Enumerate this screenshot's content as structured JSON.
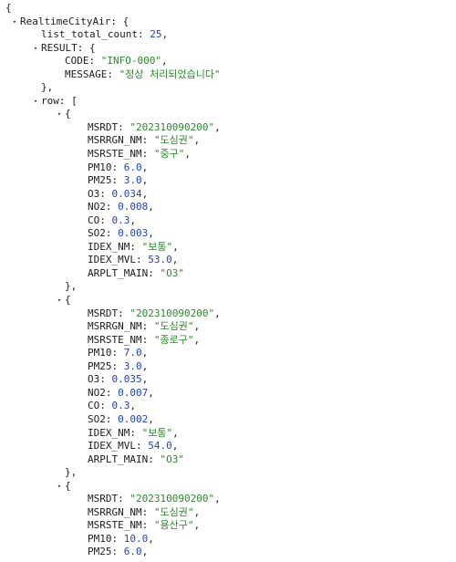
{
  "icons": {
    "expanded": "▾"
  },
  "lines": [
    {
      "indent": 0,
      "toggle": false,
      "parts": [
        {
          "t": "{",
          "c": "punct"
        }
      ]
    },
    {
      "indent": 1,
      "toggle": true,
      "parts": [
        {
          "t": "RealtimeCityAir",
          "c": "key"
        },
        {
          "t": ": {",
          "c": "punct"
        }
      ]
    },
    {
      "indent": 2,
      "toggle": false,
      "parts": [
        {
          "t": "list_total_count",
          "c": "key"
        },
        {
          "t": ": ",
          "c": "punct"
        },
        {
          "t": "25",
          "c": "num"
        },
        {
          "t": ",",
          "c": "punct"
        }
      ]
    },
    {
      "indent": 2,
      "toggle": true,
      "parts": [
        {
          "t": "RESULT",
          "c": "key"
        },
        {
          "t": ": {",
          "c": "punct"
        }
      ]
    },
    {
      "indent": 3,
      "toggle": false,
      "parts": [
        {
          "t": "CODE",
          "c": "key"
        },
        {
          "t": ": ",
          "c": "punct"
        },
        {
          "t": "\"INFO-000\"",
          "c": "str"
        },
        {
          "t": ",",
          "c": "punct"
        }
      ]
    },
    {
      "indent": 3,
      "toggle": false,
      "parts": [
        {
          "t": "MESSAGE",
          "c": "key"
        },
        {
          "t": ": ",
          "c": "punct"
        },
        {
          "t": "\"정상 처리되었습니다\"",
          "c": "str"
        }
      ]
    },
    {
      "indent": 2,
      "toggle": false,
      "parts": [
        {
          "t": "},",
          "c": "punct"
        }
      ]
    },
    {
      "indent": 2,
      "toggle": true,
      "parts": [
        {
          "t": "row",
          "c": "key"
        },
        {
          "t": ": [",
          "c": "punct"
        }
      ]
    },
    {
      "indent": 3,
      "toggle": true,
      "parts": [
        {
          "t": "{",
          "c": "punct"
        }
      ]
    },
    {
      "indent": 4,
      "toggle": false,
      "parts": [
        {
          "t": "MSRDT",
          "c": "key"
        },
        {
          "t": ": ",
          "c": "punct"
        },
        {
          "t": "\"202310090200\"",
          "c": "str"
        },
        {
          "t": ",",
          "c": "punct"
        }
      ]
    },
    {
      "indent": 4,
      "toggle": false,
      "parts": [
        {
          "t": "MSRRGN_NM",
          "c": "key"
        },
        {
          "t": ": ",
          "c": "punct"
        },
        {
          "t": "\"도심권\"",
          "c": "str"
        },
        {
          "t": ",",
          "c": "punct"
        }
      ]
    },
    {
      "indent": 4,
      "toggle": false,
      "parts": [
        {
          "t": "MSRSTE_NM",
          "c": "key"
        },
        {
          "t": ": ",
          "c": "punct"
        },
        {
          "t": "\"중구\"",
          "c": "str"
        },
        {
          "t": ",",
          "c": "punct"
        }
      ]
    },
    {
      "indent": 4,
      "toggle": false,
      "parts": [
        {
          "t": "PM10",
          "c": "key"
        },
        {
          "t": ": ",
          "c": "punct"
        },
        {
          "t": "6.0",
          "c": "num"
        },
        {
          "t": ",",
          "c": "punct"
        }
      ]
    },
    {
      "indent": 4,
      "toggle": false,
      "parts": [
        {
          "t": "PM25",
          "c": "key"
        },
        {
          "t": ": ",
          "c": "punct"
        },
        {
          "t": "3.0",
          "c": "num"
        },
        {
          "t": ",",
          "c": "punct"
        }
      ]
    },
    {
      "indent": 4,
      "toggle": false,
      "parts": [
        {
          "t": "O3",
          "c": "key"
        },
        {
          "t": ": ",
          "c": "punct"
        },
        {
          "t": "0.034",
          "c": "num"
        },
        {
          "t": ",",
          "c": "punct"
        }
      ]
    },
    {
      "indent": 4,
      "toggle": false,
      "parts": [
        {
          "t": "NO2",
          "c": "key"
        },
        {
          "t": ": ",
          "c": "punct"
        },
        {
          "t": "0.008",
          "c": "num"
        },
        {
          "t": ",",
          "c": "punct"
        }
      ]
    },
    {
      "indent": 4,
      "toggle": false,
      "parts": [
        {
          "t": "CO",
          "c": "key"
        },
        {
          "t": ": ",
          "c": "punct"
        },
        {
          "t": "0.3",
          "c": "num"
        },
        {
          "t": ",",
          "c": "punct"
        }
      ]
    },
    {
      "indent": 4,
      "toggle": false,
      "parts": [
        {
          "t": "SO2",
          "c": "key"
        },
        {
          "t": ": ",
          "c": "punct"
        },
        {
          "t": "0.003",
          "c": "num"
        },
        {
          "t": ",",
          "c": "punct"
        }
      ]
    },
    {
      "indent": 4,
      "toggle": false,
      "parts": [
        {
          "t": "IDEX_NM",
          "c": "key"
        },
        {
          "t": ": ",
          "c": "punct"
        },
        {
          "t": "\"보통\"",
          "c": "str"
        },
        {
          "t": ",",
          "c": "punct"
        }
      ]
    },
    {
      "indent": 4,
      "toggle": false,
      "parts": [
        {
          "t": "IDEX_MVL",
          "c": "key"
        },
        {
          "t": ": ",
          "c": "punct"
        },
        {
          "t": "53.0",
          "c": "num"
        },
        {
          "t": ",",
          "c": "punct"
        }
      ]
    },
    {
      "indent": 4,
      "toggle": false,
      "parts": [
        {
          "t": "ARPLT_MAIN",
          "c": "key"
        },
        {
          "t": ": ",
          "c": "punct"
        },
        {
          "t": "\"O3\"",
          "c": "str"
        }
      ]
    },
    {
      "indent": 3,
      "toggle": false,
      "parts": [
        {
          "t": "},",
          "c": "punct"
        }
      ]
    },
    {
      "indent": 3,
      "toggle": true,
      "parts": [
        {
          "t": "{",
          "c": "punct"
        }
      ]
    },
    {
      "indent": 4,
      "toggle": false,
      "parts": [
        {
          "t": "MSRDT",
          "c": "key"
        },
        {
          "t": ": ",
          "c": "punct"
        },
        {
          "t": "\"202310090200\"",
          "c": "str"
        },
        {
          "t": ",",
          "c": "punct"
        }
      ]
    },
    {
      "indent": 4,
      "toggle": false,
      "parts": [
        {
          "t": "MSRRGN_NM",
          "c": "key"
        },
        {
          "t": ": ",
          "c": "punct"
        },
        {
          "t": "\"도심권\"",
          "c": "str"
        },
        {
          "t": ",",
          "c": "punct"
        }
      ]
    },
    {
      "indent": 4,
      "toggle": false,
      "parts": [
        {
          "t": "MSRSTE_NM",
          "c": "key"
        },
        {
          "t": ": ",
          "c": "punct"
        },
        {
          "t": "\"종로구\"",
          "c": "str"
        },
        {
          "t": ",",
          "c": "punct"
        }
      ]
    },
    {
      "indent": 4,
      "toggle": false,
      "parts": [
        {
          "t": "PM10",
          "c": "key"
        },
        {
          "t": ": ",
          "c": "punct"
        },
        {
          "t": "7.0",
          "c": "num"
        },
        {
          "t": ",",
          "c": "punct"
        }
      ]
    },
    {
      "indent": 4,
      "toggle": false,
      "parts": [
        {
          "t": "PM25",
          "c": "key"
        },
        {
          "t": ": ",
          "c": "punct"
        },
        {
          "t": "3.0",
          "c": "num"
        },
        {
          "t": ",",
          "c": "punct"
        }
      ]
    },
    {
      "indent": 4,
      "toggle": false,
      "parts": [
        {
          "t": "O3",
          "c": "key"
        },
        {
          "t": ": ",
          "c": "punct"
        },
        {
          "t": "0.035",
          "c": "num"
        },
        {
          "t": ",",
          "c": "punct"
        }
      ]
    },
    {
      "indent": 4,
      "toggle": false,
      "parts": [
        {
          "t": "NO2",
          "c": "key"
        },
        {
          "t": ": ",
          "c": "punct"
        },
        {
          "t": "0.007",
          "c": "num"
        },
        {
          "t": ",",
          "c": "punct"
        }
      ]
    },
    {
      "indent": 4,
      "toggle": false,
      "parts": [
        {
          "t": "CO",
          "c": "key"
        },
        {
          "t": ": ",
          "c": "punct"
        },
        {
          "t": "0.3",
          "c": "num"
        },
        {
          "t": ",",
          "c": "punct"
        }
      ]
    },
    {
      "indent": 4,
      "toggle": false,
      "parts": [
        {
          "t": "SO2",
          "c": "key"
        },
        {
          "t": ": ",
          "c": "punct"
        },
        {
          "t": "0.002",
          "c": "num"
        },
        {
          "t": ",",
          "c": "punct"
        }
      ]
    },
    {
      "indent": 4,
      "toggle": false,
      "parts": [
        {
          "t": "IDEX_NM",
          "c": "key"
        },
        {
          "t": ": ",
          "c": "punct"
        },
        {
          "t": "\"보통\"",
          "c": "str"
        },
        {
          "t": ",",
          "c": "punct"
        }
      ]
    },
    {
      "indent": 4,
      "toggle": false,
      "parts": [
        {
          "t": "IDEX_MVL",
          "c": "key"
        },
        {
          "t": ": ",
          "c": "punct"
        },
        {
          "t": "54.0",
          "c": "num"
        },
        {
          "t": ",",
          "c": "punct"
        }
      ]
    },
    {
      "indent": 4,
      "toggle": false,
      "parts": [
        {
          "t": "ARPLT_MAIN",
          "c": "key"
        },
        {
          "t": ": ",
          "c": "punct"
        },
        {
          "t": "\"O3\"",
          "c": "str"
        }
      ]
    },
    {
      "indent": 3,
      "toggle": false,
      "parts": [
        {
          "t": "},",
          "c": "punct"
        }
      ]
    },
    {
      "indent": 3,
      "toggle": true,
      "parts": [
        {
          "t": "{",
          "c": "punct"
        }
      ]
    },
    {
      "indent": 4,
      "toggle": false,
      "parts": [
        {
          "t": "MSRDT",
          "c": "key"
        },
        {
          "t": ": ",
          "c": "punct"
        },
        {
          "t": "\"202310090200\"",
          "c": "str"
        },
        {
          "t": ",",
          "c": "punct"
        }
      ]
    },
    {
      "indent": 4,
      "toggle": false,
      "parts": [
        {
          "t": "MSRRGN_NM",
          "c": "key"
        },
        {
          "t": ": ",
          "c": "punct"
        },
        {
          "t": "\"도심권\"",
          "c": "str"
        },
        {
          "t": ",",
          "c": "punct"
        }
      ]
    },
    {
      "indent": 4,
      "toggle": false,
      "parts": [
        {
          "t": "MSRSTE_NM",
          "c": "key"
        },
        {
          "t": ": ",
          "c": "punct"
        },
        {
          "t": "\"용산구\"",
          "c": "str"
        },
        {
          "t": ",",
          "c": "punct"
        }
      ]
    },
    {
      "indent": 4,
      "toggle": false,
      "parts": [
        {
          "t": "PM10",
          "c": "key"
        },
        {
          "t": ": ",
          "c": "punct"
        },
        {
          "t": "10.0",
          "c": "num"
        },
        {
          "t": ",",
          "c": "punct"
        }
      ]
    },
    {
      "indent": 4,
      "toggle": false,
      "parts": [
        {
          "t": "PM25",
          "c": "key"
        },
        {
          "t": ": ",
          "c": "punct"
        },
        {
          "t": "6.0",
          "c": "num"
        },
        {
          "t": ",",
          "c": "punct"
        }
      ]
    }
  ]
}
